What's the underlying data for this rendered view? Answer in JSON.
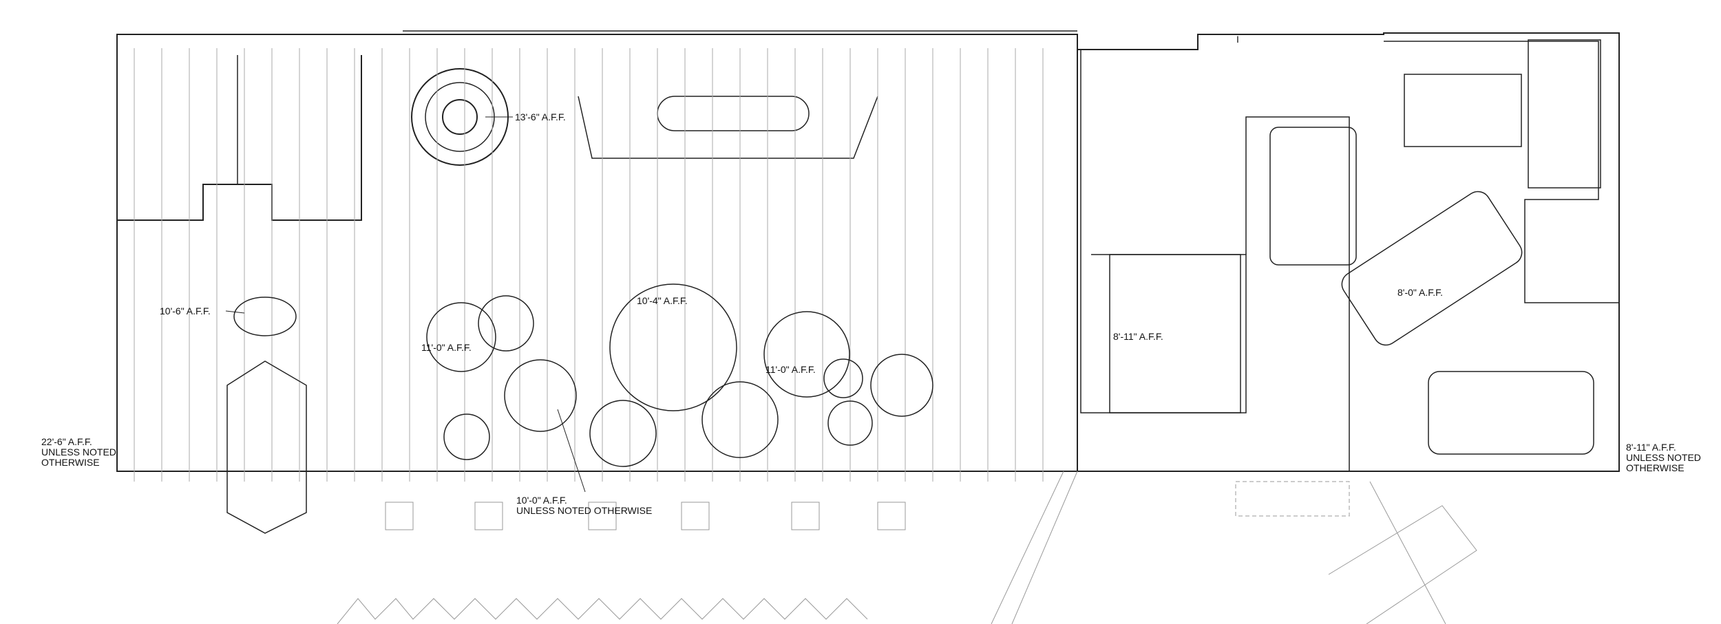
{
  "drawing": {
    "notes": {
      "left_general": [
        "22'-6\" A.F.F.",
        "UNLESS NOTED",
        "OTHERWISE"
      ],
      "right_general": [
        "8'-11\" A.F.F.",
        "UNLESS NOTED",
        "OTHERWISE"
      ],
      "center_general": [
        "10'-0\" A.F.F.",
        "UNLESS NOTED OTHERWISE"
      ],
      "chandelier": "13'-6\" A.F.F.",
      "entry_fixture": "10'-6\" A.F.F.",
      "pendant_left": "11'-0\" A.F.F.",
      "pendant_center": "10'-4\" A.F.F.",
      "pendant_right": "11'-0\" A.F.F.",
      "grid_zone": "8'-11\" A.F.F.",
      "bar_zone": "8'-0\" A.F.F."
    },
    "top_marker": "I"
  }
}
